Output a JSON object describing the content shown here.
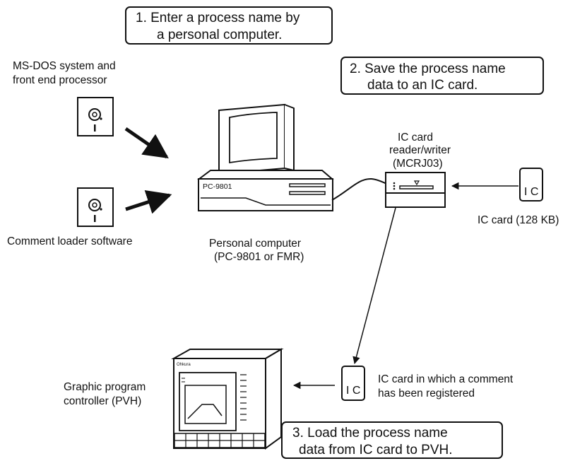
{
  "steps": {
    "step1": [
      "1. Enter a process name by",
      "a personal computer."
    ],
    "step2": [
      "2. Save the process name",
      "data to an IC card."
    ],
    "step3": [
      "3. Load the process name",
      "data from IC card to PVH."
    ]
  },
  "labels": {
    "msdos": [
      "MS-DOS system and",
      "front end processor"
    ],
    "comment_loader": "Comment loader software",
    "pc": [
      "Personal computer",
      "(PC-9801 or FMR)"
    ],
    "reader": [
      "IC card",
      "reader/writer",
      "(MCRJ03)"
    ],
    "ic_card": "IC card (128 KB)",
    "ic_registered": [
      "IC card in which a comment",
      "has been registered"
    ],
    "controller": [
      "Graphic program",
      "controller (PVH)"
    ]
  },
  "device_text": {
    "pc_model": "PC-9801",
    "ic_mark": "I C",
    "pvh_brand": "Ohkura"
  }
}
